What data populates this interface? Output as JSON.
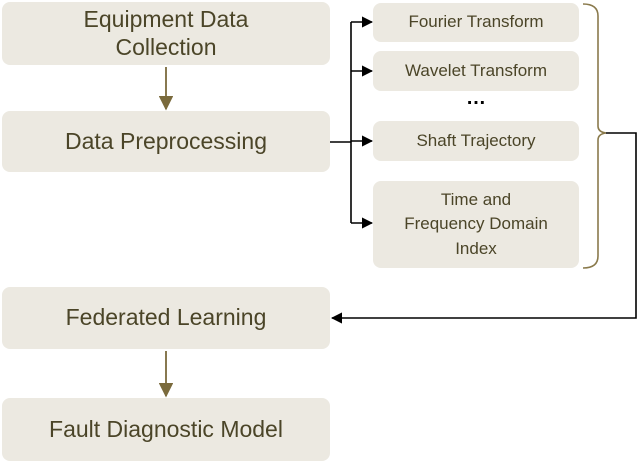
{
  "steps": {
    "collection": {
      "line1": "Equipment Data",
      "line2": "Collection"
    },
    "preprocessing": "Data Preprocessing",
    "federated": "Federated Learning",
    "fault_model": "Fault Diagnostic Model"
  },
  "methods": {
    "fourier": "Fourier Transform",
    "wavelet": "Wavelet Transform",
    "ellipsis": "…",
    "shaft": "Shaft Trajectory",
    "tfd": {
      "line1": "Time and",
      "line2": "Frequency Domain",
      "line3": "Index"
    }
  },
  "colors": {
    "box_fill": "#ece9e1",
    "text": "#4b4528",
    "vertical_arrow": "#7a6a3c",
    "connector": "#000000",
    "bracket": "#8a7a4c"
  }
}
